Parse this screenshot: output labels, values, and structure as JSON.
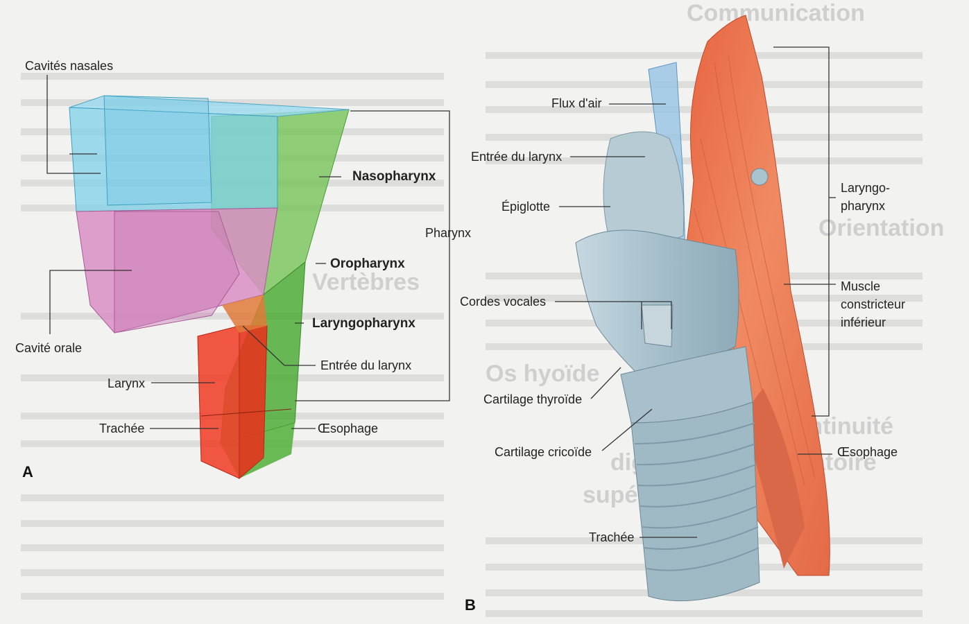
{
  "panel_a": {
    "letter": "A",
    "labels": {
      "cavites_nasales": "Cavités nasales",
      "nasopharynx": "Nasopharynx",
      "pharynx": "Pharynx",
      "oropharynx": "Oropharynx",
      "cavite_orale": "Cavité orale",
      "laryngopharynx": "Laryngopharynx",
      "entree_larynx": "Entrée du larynx",
      "larynx": "Larynx",
      "trachee": "Trachée",
      "oesophage": "Œsophage"
    }
  },
  "panel_b": {
    "letter": "B",
    "labels": {
      "flux_air": "Flux d'air",
      "entree_larynx": "Entrée du larynx",
      "epiglotte": "Épiglotte",
      "laryngo_pharynx_1": "Laryngo-",
      "laryngo_pharynx_2": "pharynx",
      "cordes_vocales": "Cordes vocales",
      "muscle_1": "Muscle",
      "muscle_2": "constricteur",
      "muscle_3": "inférieur",
      "cartilage_thyroide": "Cartilage thyroïde",
      "cartilage_cricoide": "Cartilage cricoïde",
      "oesophage": "Œsophage",
      "trachee": "Trachée"
    }
  },
  "background": {
    "headings": [
      "Communication",
      "Orientation",
      "Vertèbres",
      "Os hyoïde",
      "Continuité",
      "digestive et respiratoire",
      "supérieures"
    ],
    "colors": {
      "cyan": "#7fd0ea",
      "magenta": "#d98fc4",
      "green": "#6ec14e",
      "red": "#f0402a",
      "muscle": "#e8704e",
      "cartilage": "#a9c3cf"
    }
  }
}
